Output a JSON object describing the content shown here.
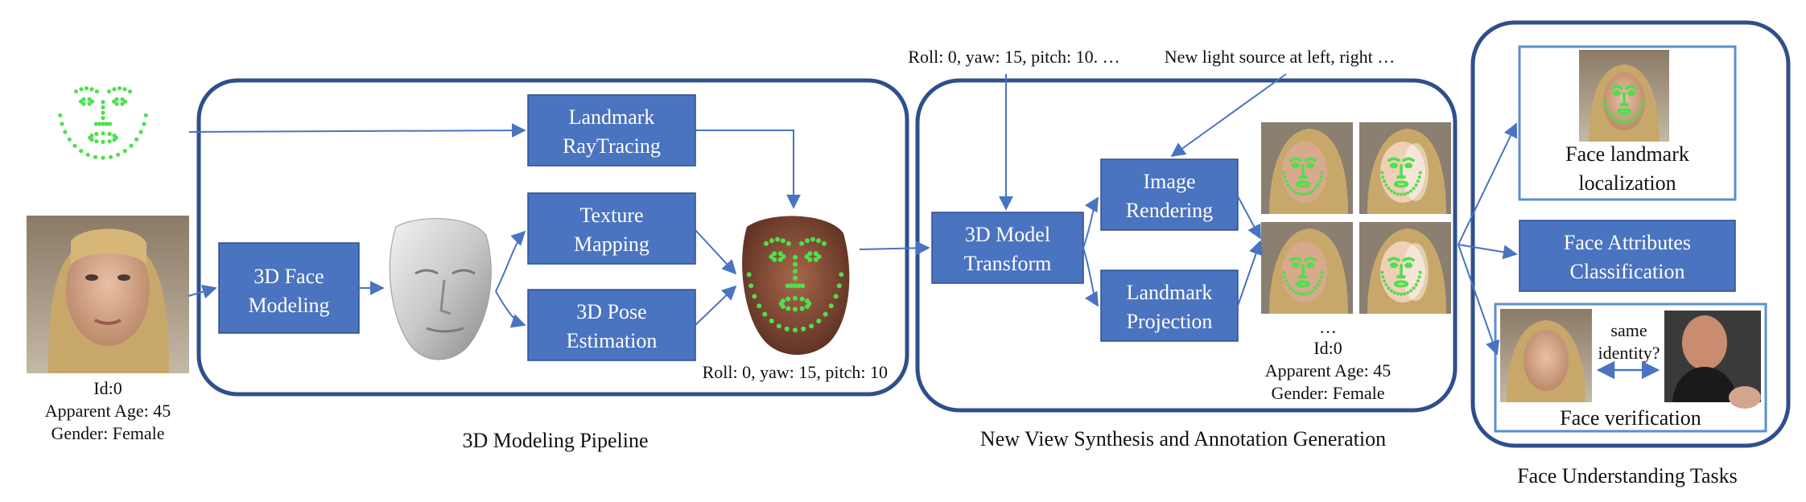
{
  "colors": {
    "box_fill": "#4a73c0",
    "box_border": "#2f4f8f",
    "panel_border": "#2e4f8c",
    "arrow": "#4a73c0",
    "landmark_dot": "#4ee04e",
    "skin": "#d8a98c",
    "hair": "#c8a86a"
  },
  "input": {
    "id_label": "Id:0",
    "age_label": "Apparent  Age: 45",
    "gender_label": "Gender:  Female"
  },
  "pipeline": {
    "title": "3D Modeling Pipeline",
    "modeling_line1": "3D Face",
    "modeling_line2": "Modeling",
    "raytracing_line1": "Landmark",
    "raytracing_line2": "RayTracing",
    "texture_line1": "Texture",
    "texture_line2": "Mapping",
    "pose_line1": "3D Pose",
    "pose_line2": "Estimation",
    "pose_readout": "Roll: 0, yaw: 15, pitch: 10"
  },
  "synthesis": {
    "title": "New View Synthesis and Annotation Generation",
    "pose_params": "Roll: 0, yaw: 15, pitch: 10. …",
    "light_params": "New  light source at left, right …",
    "transform_line1": "3D Model",
    "transform_line2": "Transform",
    "rendering_line1": "Image",
    "rendering_line2": "Rendering",
    "projection_line1": "Landmark",
    "projection_line2": "Projection",
    "ellipsis": "…",
    "id_label": "Id:0",
    "age_label": "Apparent  Age: 45",
    "gender_label": "Gender:  Female"
  },
  "tasks": {
    "title": "Face Understanding Tasks",
    "landmark_line1": "Face landmark",
    "landmark_line2": "localization",
    "attributes_line1": "Face Attributes",
    "attributes_line2": "Classification",
    "same_line1": "same",
    "same_line2": "identity?",
    "verification": "Face verification"
  }
}
